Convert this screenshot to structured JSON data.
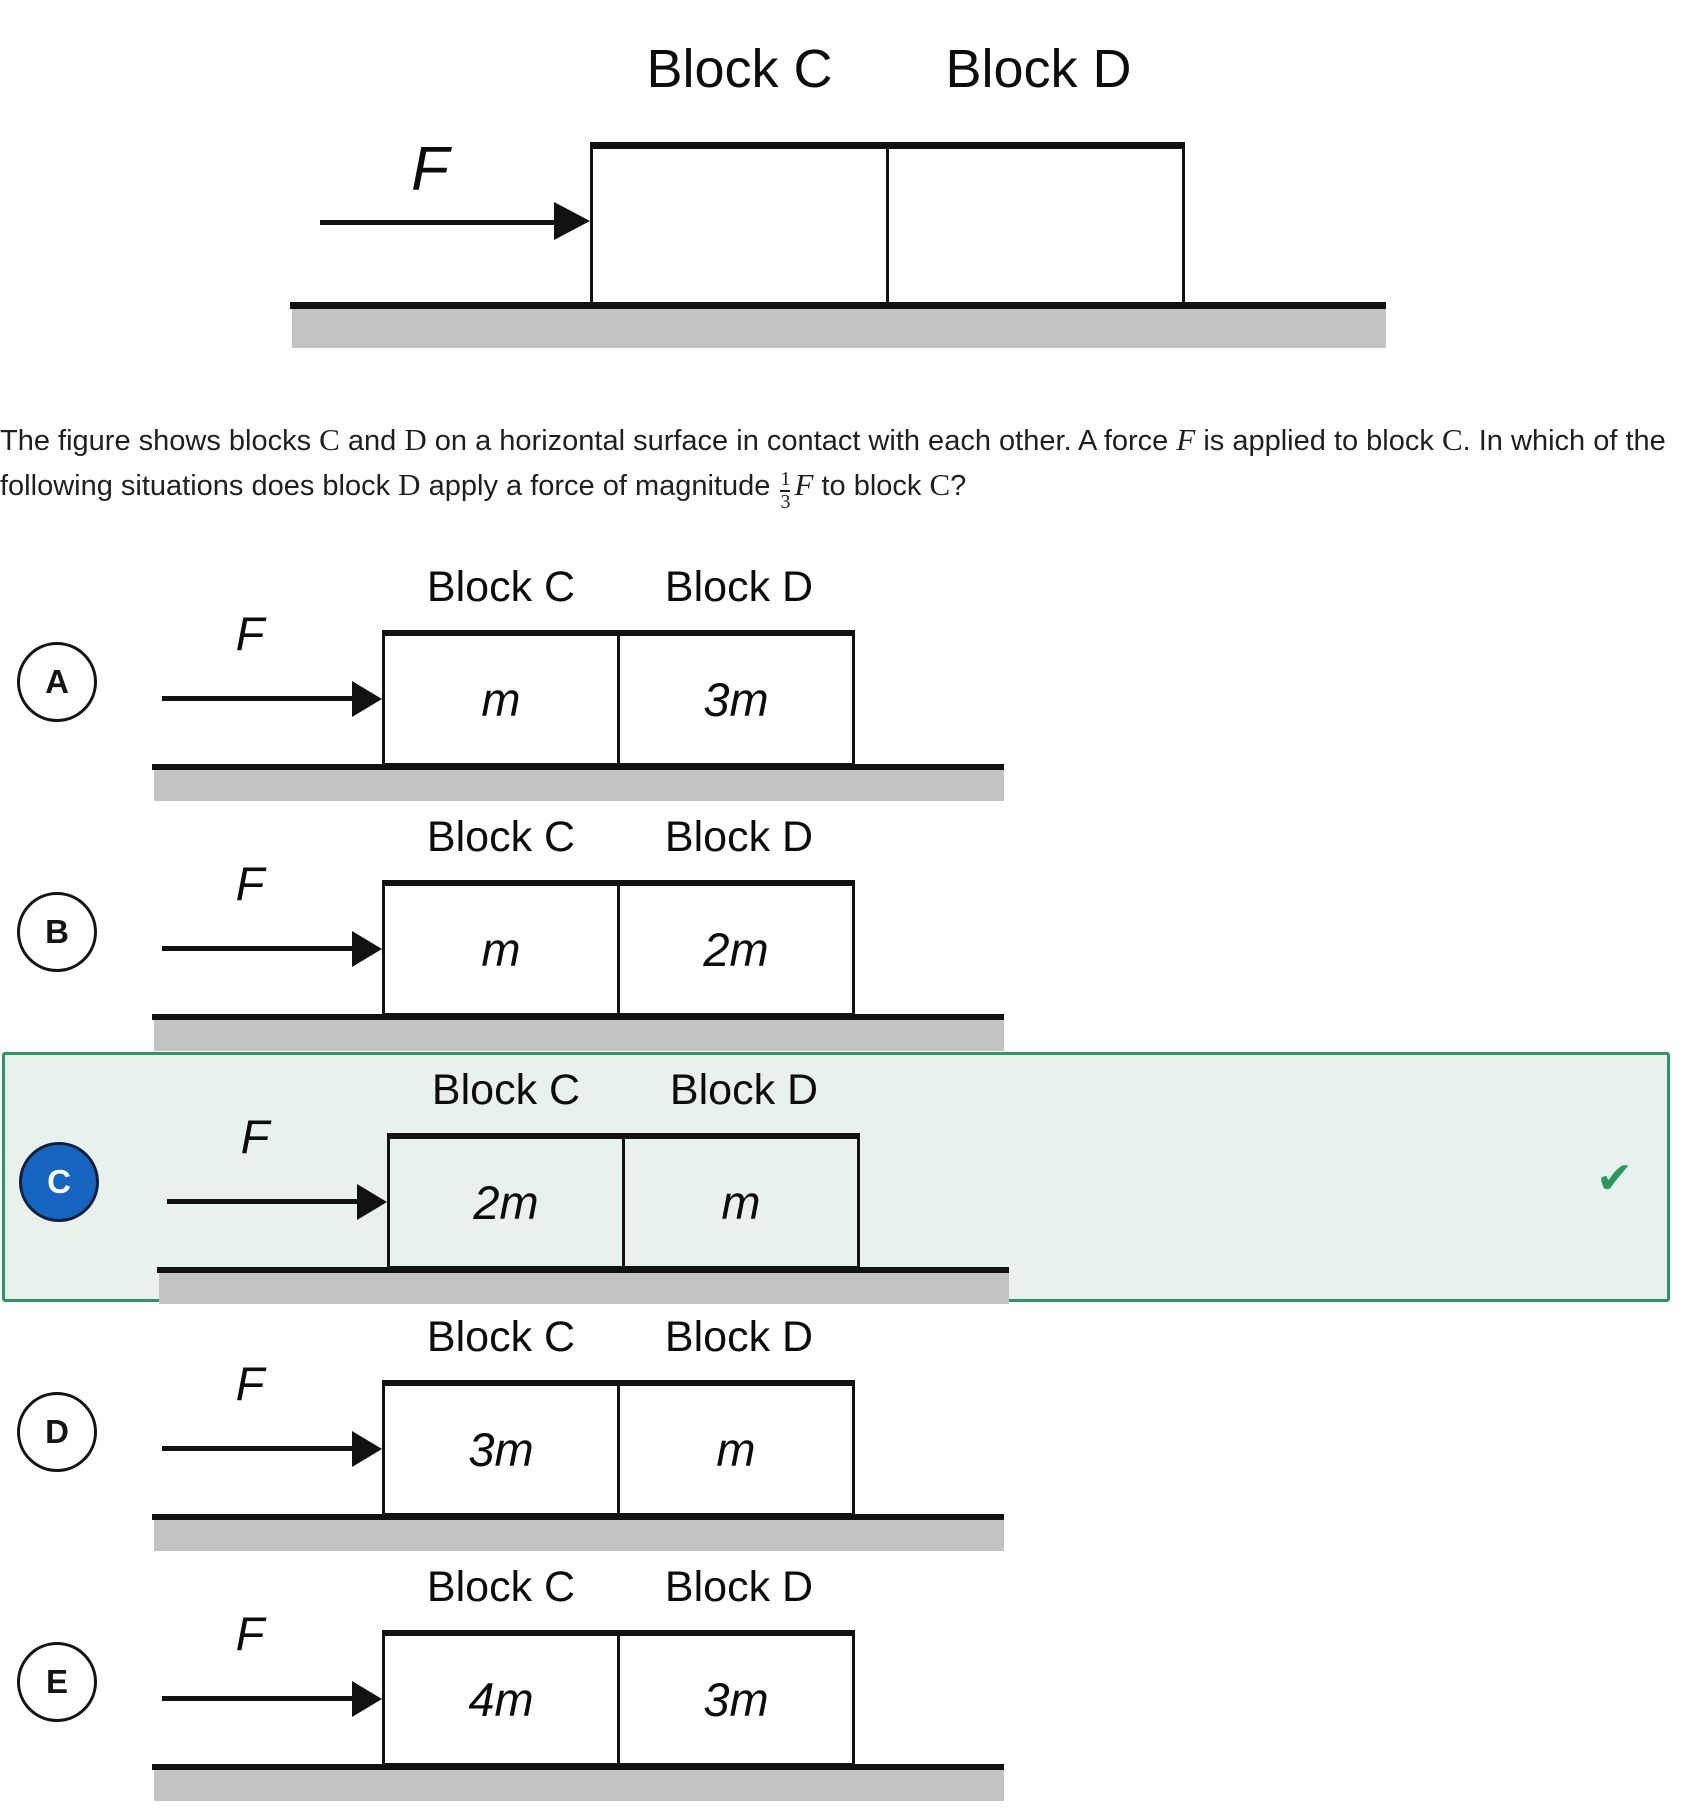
{
  "figure": {
    "block_c_label": "Block C",
    "block_d_label": "Block D",
    "force_label": "F"
  },
  "question": {
    "lines": [
      [
        {
          "s": "plain",
          "t": "The figure shows blocks "
        },
        {
          "s": "rm",
          "t": "C"
        },
        {
          "s": "plain",
          "t": " and "
        },
        {
          "s": "rm",
          "t": "D"
        },
        {
          "s": "plain",
          "t": " on a horizontal surface in contact with each other. A force "
        },
        {
          "s": "it",
          "t": "F"
        },
        {
          "s": "plain",
          "t": " is applied to block "
        },
        {
          "s": "rm",
          "t": "C"
        },
        {
          "s": "plain",
          "t": ". In which of the"
        }
      ],
      [
        {
          "s": "plain",
          "t": "following situations does block "
        },
        {
          "s": "rm",
          "t": "D"
        },
        {
          "s": "plain",
          "t": " apply a force of magnitude "
        },
        {
          "s": "frac",
          "num": "1",
          "den": "3"
        },
        {
          "s": "it",
          "t": "F"
        },
        {
          "s": "plain",
          "t": " to block "
        },
        {
          "s": "rm",
          "t": "C"
        },
        {
          "s": "plain",
          "t": "?"
        }
      ]
    ]
  },
  "diagram_labels": {
    "block_c": "Block C",
    "block_d": "Block D",
    "force": "F"
  },
  "options": [
    {
      "letter": "A",
      "mass_c": "m",
      "mass_d": "3m",
      "selected": false
    },
    {
      "letter": "B",
      "mass_c": "m",
      "mass_d": "2m",
      "selected": false
    },
    {
      "letter": "C",
      "mass_c": "2m",
      "mass_d": "m",
      "selected": true
    },
    {
      "letter": "D",
      "mass_c": "3m",
      "mass_d": "m",
      "selected": false
    },
    {
      "letter": "E",
      "mass_c": "4m",
      "mass_d": "3m",
      "selected": false
    }
  ],
  "icons": {
    "correct_check": "✔"
  },
  "colors": {
    "selected_bg": "#e9f1ec",
    "selected_border": "#2e9663",
    "selected_circle_bg": "#1565c0",
    "check_color": "#27995c",
    "ground_color": "#c3c3c3"
  }
}
